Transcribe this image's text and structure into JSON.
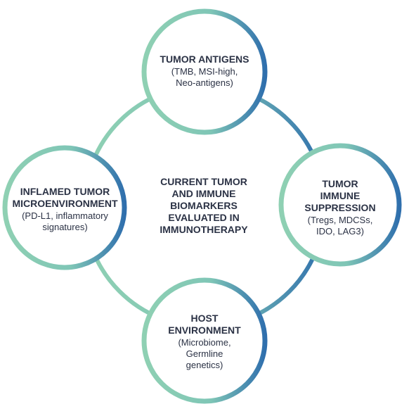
{
  "center": {
    "lines": [
      "CURRENT TUMOR",
      "AND IMMUNE",
      "BIOMARKERS",
      "EVALUATED IN",
      "IMMUNOTHERAPY"
    ]
  },
  "nodes": {
    "top": {
      "title_lines": [
        "TUMOR ANTIGENS"
      ],
      "sub_lines": [
        "(TMB, MSI-high,",
        "Neo-antigens)"
      ]
    },
    "left": {
      "title_lines": [
        "INFLAMED TUMOR",
        "MICROENVIRONMENT"
      ],
      "sub_lines": [
        "(PD-L1, inflammatory",
        "signatures)"
      ]
    },
    "right": {
      "title_lines": [
        "TUMOR",
        "IMMUNE",
        "SUPPRESSION"
      ],
      "sub_lines": [
        "(Tregs, MDCSs,",
        "IDO, LAG3)"
      ]
    },
    "bottom": {
      "title_lines": [
        "HOST",
        "ENVIRONMENT"
      ],
      "sub_lines": [
        "(Microbiome,",
        "Germline",
        "genetics)"
      ]
    }
  },
  "colors": {
    "gradient_light": "#8fd0b3",
    "gradient_dark": "#2f6fad",
    "text": "#2b3245"
  }
}
